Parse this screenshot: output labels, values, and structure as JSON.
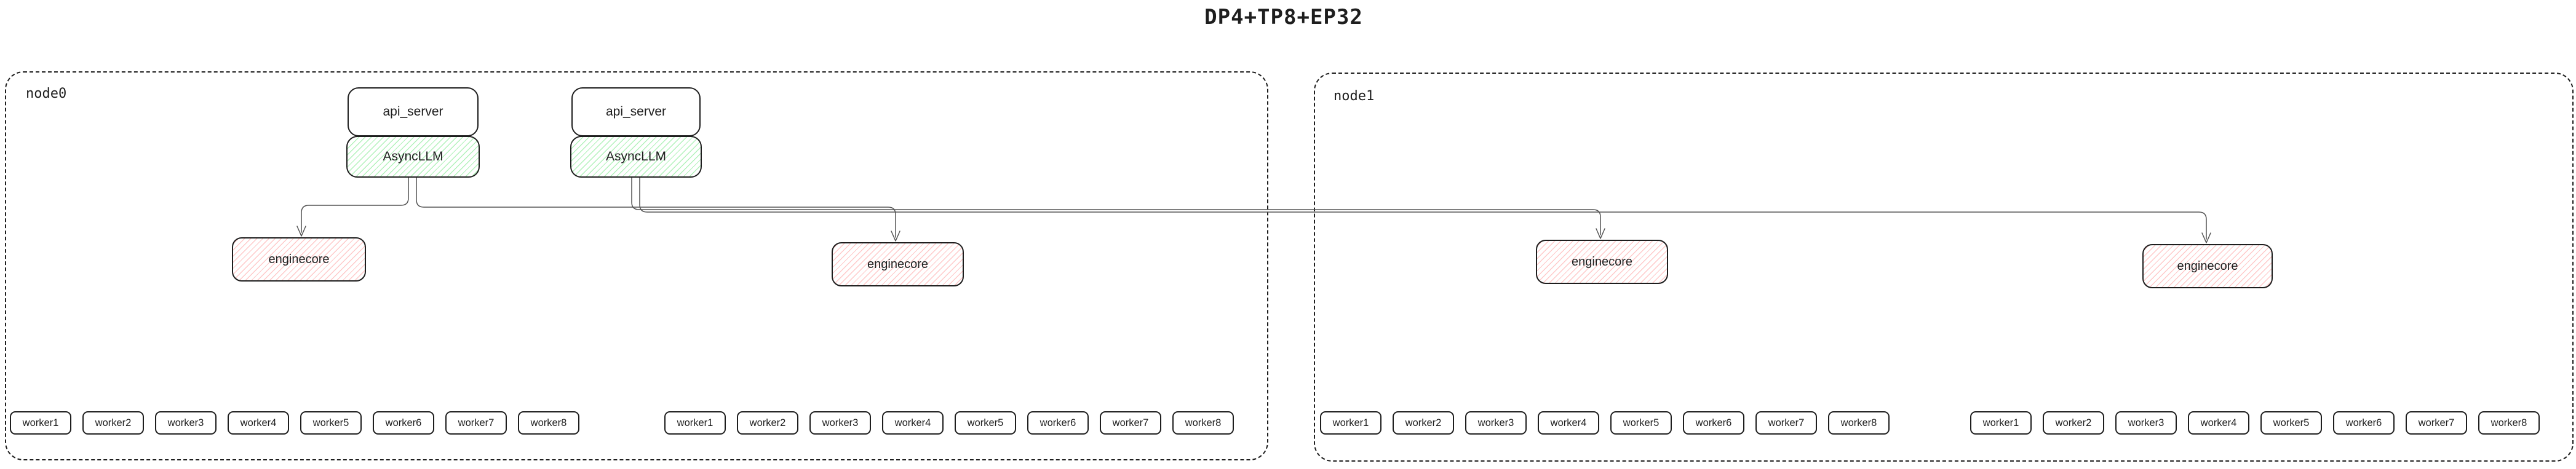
{
  "title": "DP4+TP8+EP32",
  "colors": {
    "border": "#1e1e1e",
    "green_hatch": "#b2f2bb",
    "red_hatch": "#ffc9c9",
    "arrow": "#545454"
  },
  "node0": {
    "label": "node0",
    "api_servers": [
      {
        "server_label": "api_server",
        "llm_label": "AsyncLLM"
      },
      {
        "server_label": "api_server",
        "llm_label": "AsyncLLM"
      }
    ],
    "enginecores": [
      {
        "label": "enginecore"
      },
      {
        "label": "enginecore"
      }
    ],
    "worker_groups": [
      [
        "worker1",
        "worker2",
        "worker3",
        "worker4",
        "worker5",
        "worker6",
        "worker7",
        "worker8"
      ],
      [
        "worker1",
        "worker2",
        "worker3",
        "worker4",
        "worker5",
        "worker6",
        "worker7",
        "worker8"
      ]
    ]
  },
  "node1": {
    "label": "node1",
    "enginecores": [
      {
        "label": "enginecore"
      },
      {
        "label": "enginecore"
      }
    ],
    "worker_groups": [
      [
        "worker1",
        "worker2",
        "worker3",
        "worker4",
        "worker5",
        "worker6",
        "worker7",
        "worker8"
      ],
      [
        "worker1",
        "worker2",
        "worker3",
        "worker4",
        "worker5",
        "worker6",
        "worker7",
        "worker8"
      ]
    ]
  },
  "edges": [
    {
      "from": "asyncllm-1",
      "to": "enginecore-node0-1"
    },
    {
      "from": "asyncllm-1",
      "to": "enginecore-node0-2"
    },
    {
      "from": "asyncllm-2",
      "to": "enginecore-node1-1"
    },
    {
      "from": "asyncllm-2",
      "to": "enginecore-node1-2"
    }
  ]
}
